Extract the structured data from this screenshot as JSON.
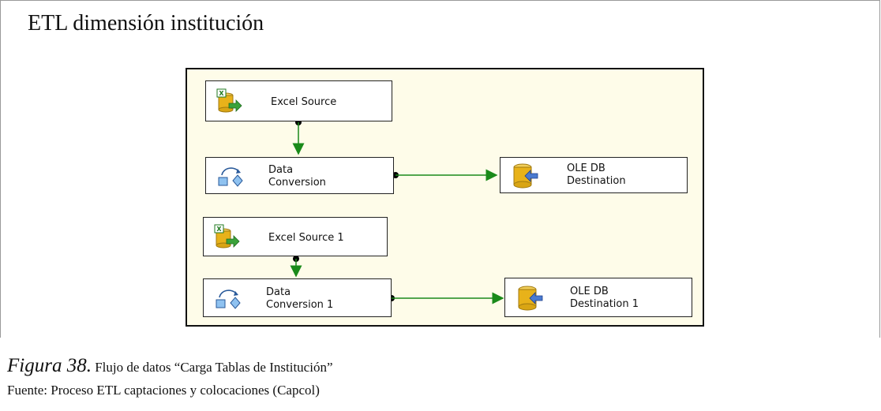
{
  "title": "ETL dimensión institución",
  "nodes": {
    "excel_source": {
      "label": "Excel Source"
    },
    "data_conversion": {
      "line1": "Data",
      "line2": "Conversion"
    },
    "ole_db_destination": {
      "line1": "OLE DB",
      "line2": "Destination"
    },
    "excel_source_1": {
      "label": "Excel Source 1"
    },
    "data_conversion_1": {
      "line1": "Data",
      "line2": "Conversion 1"
    },
    "ole_db_destination_1": {
      "line1": "OLE DB",
      "line2": "Destination 1"
    }
  },
  "caption": {
    "figure_label": "Figura 38.",
    "figure_text": "Flujo de datos “Carga Tablas de Institución”"
  },
  "source_text": "Fuente: Proceso ETL captaciones y colocaciones (Capcol)",
  "colors": {
    "canvas": "#fefce9",
    "arrow": "#1a8a1a",
    "cylinder": "#e8b21a"
  }
}
